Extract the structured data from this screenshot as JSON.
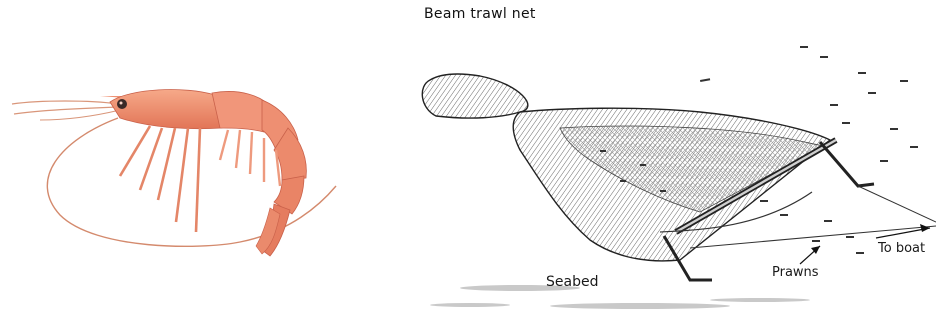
{
  "diagram": {
    "title": "Beam trawl net",
    "labels": {
      "seabed": "Seabed",
      "prawns": "Prawns",
      "to_boat": "To boat"
    }
  }
}
